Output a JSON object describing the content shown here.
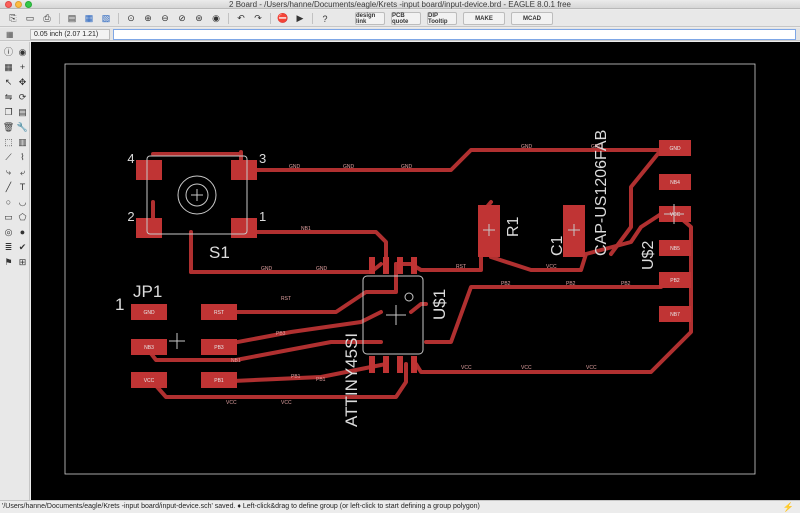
{
  "window": {
    "title": "2 Board - /Users/hanne/Documents/eagle/Krets -input board/input-device.brd - EAGLE 8.0.1 free"
  },
  "toolbar": {
    "buttons": [
      {
        "icon": "open-icon",
        "glyph": "⎘"
      },
      {
        "icon": "save-icon",
        "glyph": "▭"
      },
      {
        "icon": "print-icon",
        "glyph": "⎙"
      },
      {
        "icon": "cam-icon",
        "glyph": "▤"
      },
      {
        "icon": "board-icon",
        "glyph": "▦"
      },
      {
        "icon": "schematic-icon",
        "glyph": "▧"
      },
      {
        "icon": "zoom-fit-icon",
        "glyph": "⊙"
      },
      {
        "icon": "zoom-in-icon",
        "glyph": "⊕"
      },
      {
        "icon": "zoom-out-icon",
        "glyph": "⊖"
      },
      {
        "icon": "zoom-select-icon",
        "glyph": "⊘"
      },
      {
        "icon": "zoom-area-icon",
        "glyph": "⊛"
      },
      {
        "icon": "redraw-icon",
        "glyph": "◉"
      },
      {
        "icon": "undo-icon",
        "glyph": "↶"
      },
      {
        "icon": "redo-icon",
        "glyph": "↷"
      },
      {
        "icon": "stop-icon",
        "glyph": "⛔"
      },
      {
        "icon": "go-icon",
        "glyph": "▶"
      },
      {
        "icon": "help-icon",
        "glyph": "?"
      }
    ],
    "labeled": [
      "design link",
      "PCB quote",
      "DIP Tooltip",
      "MAKE",
      "MCAD"
    ]
  },
  "cmdbar": {
    "coord": "0.05 inch (2.07 1.21)",
    "command_value": ""
  },
  "tools": [
    "info-icon",
    "show-icon",
    "display-icon",
    "mark-icon",
    "select-icon",
    "move-icon",
    "mirror-icon",
    "rotate-icon",
    "copy-icon",
    "paste-icon",
    "delete-icon",
    "change-icon",
    "group-icon",
    "paste-icon-2",
    "split-icon",
    "optimize-icon",
    "route-icon",
    "ripup-icon",
    "wire-icon",
    "text-icon",
    "circle-icon",
    "arc-icon",
    "rect-icon",
    "polygon-icon",
    "via-icon",
    "hole-icon",
    "attribute-icon",
    "drc-icon",
    "erc-icon",
    "autorouter-icon"
  ],
  "board": {
    "labels": {
      "s1_name": "S1",
      "jp1_name": "JP1",
      "jp1_pin": "1",
      "u1_name": "U$1",
      "u1_value": "ATTINY45SI",
      "r1_name": "R1",
      "c1_name": "C1",
      "c1_value": "CAP-US1206FAB",
      "u2_name": "U$2",
      "s1_pin4": "4",
      "s1_pin3": "3",
      "s1_pin2": "2",
      "s1_pin1": "1"
    },
    "pads": {
      "jp_gnd": "GND",
      "jp_nb3": "NB3",
      "jp_vcc": "VCC",
      "rst": "RST",
      "pb3": "PB3",
      "pb1": "PB1",
      "gnd2": "GND",
      "nb4": "NB4",
      "vcc2": "VCC",
      "nb5": "NB5",
      "pb2": "PB2",
      "nb7": "NB7"
    },
    "nets": {
      "gnd": "GND",
      "vcc": "VCC",
      "rst": "RST",
      "pb2": "PB2",
      "pb3": "PB3",
      "pb1": "PB1",
      "nb1": "NB1"
    }
  },
  "status": {
    "message": "'/Users/hanne/Documents/eagle/Krets -input board/input-device.sch' saved.  ♦ Left-click&drag to define group (or left-click to start defining a group polygon)"
  },
  "colors": {
    "trace": "#b03030",
    "pad": "#c03434",
    "silk": "#c8c8c8",
    "canvas": "#000000",
    "outline": "#d0d0d0"
  }
}
